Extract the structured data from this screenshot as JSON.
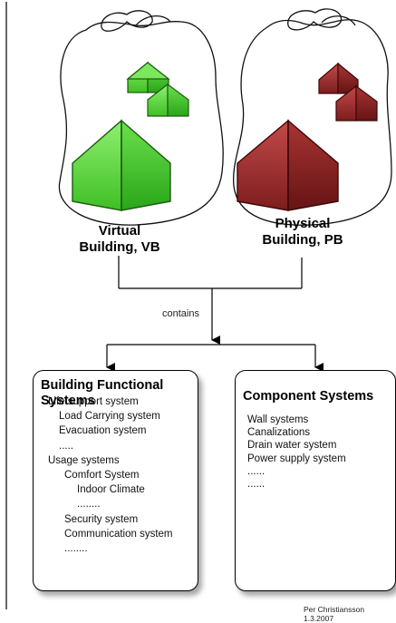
{
  "virtual": {
    "line1": "Virtual",
    "line2": "Building, VB",
    "color": "#5ad43c"
  },
  "physical": {
    "line1": "Physical",
    "line2": "Building, PB",
    "color": "#9a2a2a"
  },
  "connector": {
    "label": "contains"
  },
  "functional": {
    "title_line1": "Building Functional",
    "title_line2": "Systems",
    "items": [
      {
        "text": "Life support system",
        "level": 0
      },
      {
        "text": "Load Carrying system",
        "level": 1
      },
      {
        "text": "Evacuation system",
        "level": 1
      },
      {
        "text": ".....",
        "level": 1
      },
      {
        "text": "Usage systems",
        "level": 0
      },
      {
        "text": "Comfort System",
        "level": 2
      },
      {
        "text": "Indoor Climate",
        "level": 3
      },
      {
        "text": "........",
        "level": 3
      },
      {
        "text": "Security system",
        "level": 2
      },
      {
        "text": "Communication system",
        "level": 2
      },
      {
        "text": "........",
        "level": 2
      }
    ]
  },
  "component": {
    "title": "Component Systems",
    "items": [
      {
        "text": "Wall systems"
      },
      {
        "text": "Canalizations"
      },
      {
        "text": "Drain water system"
      },
      {
        "text": "Power supply system"
      },
      {
        "text": "......"
      },
      {
        "text": "......"
      }
    ]
  },
  "footer": {
    "credit": "Per Christiansson 1.3.2007"
  }
}
